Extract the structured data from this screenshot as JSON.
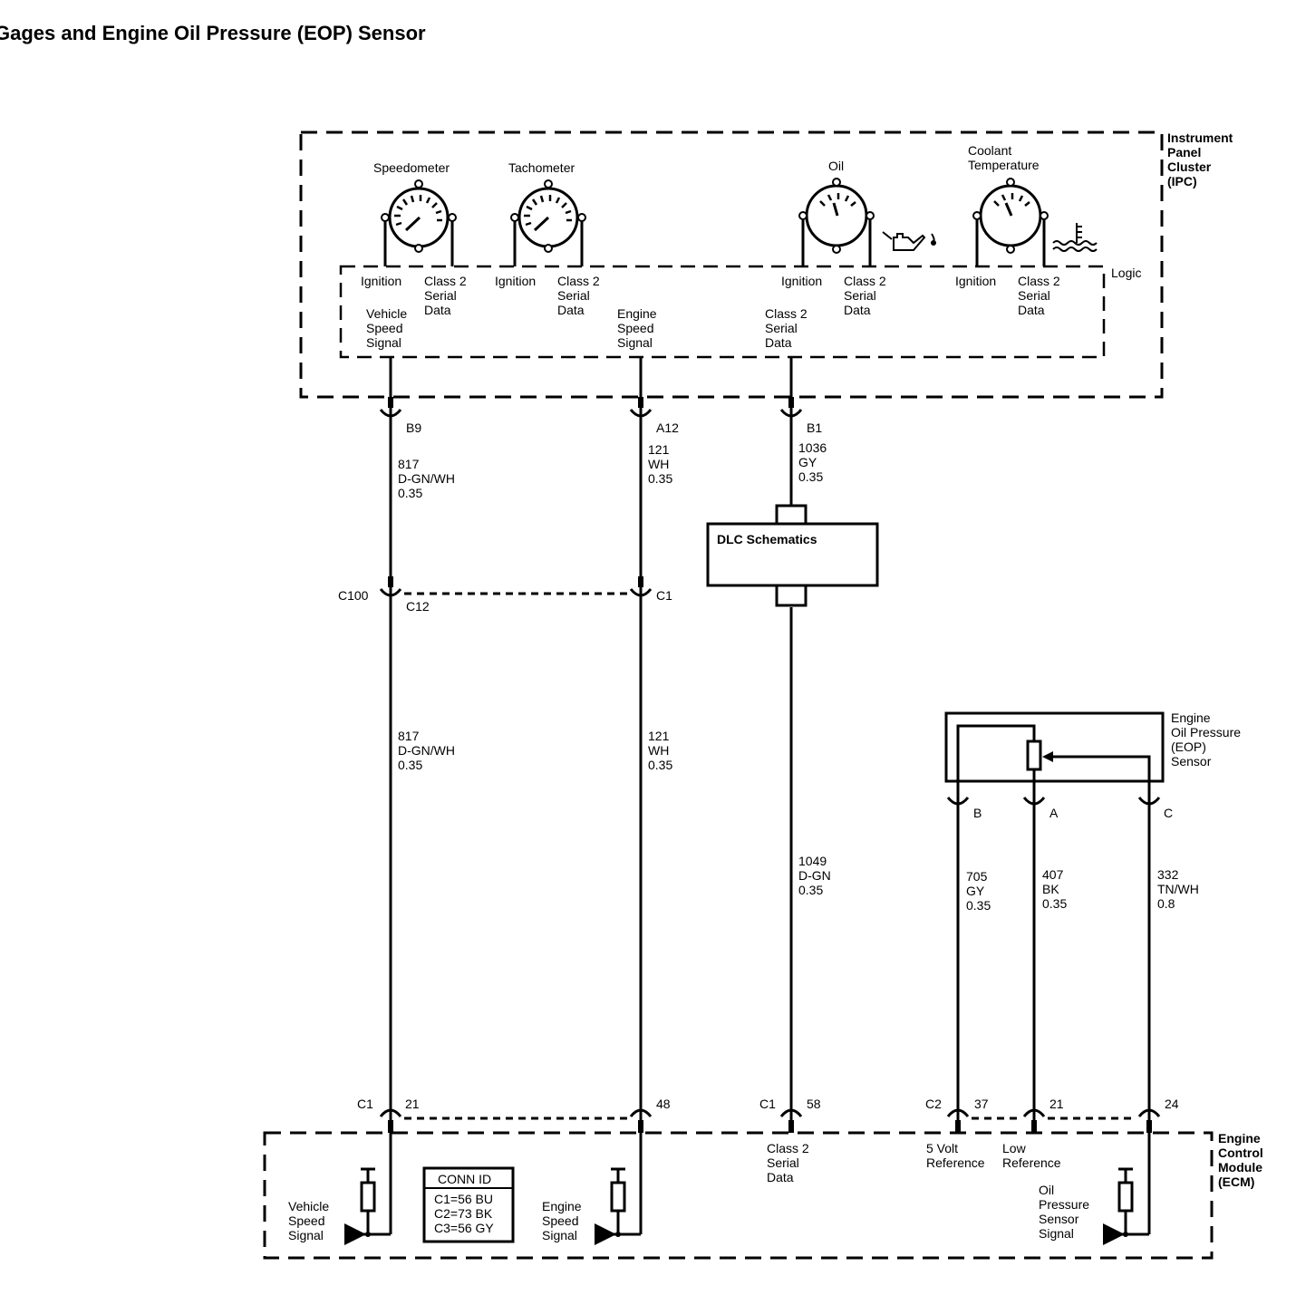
{
  "title": "Gages and Engine Oil Pressure (EOP) Sensor",
  "ipc": {
    "name": [
      "Instrument",
      "Panel",
      "Cluster",
      "(IPC)"
    ],
    "logic_label": "Logic",
    "gauges": {
      "speedometer": "Speedometer",
      "tachometer": "Tachometer",
      "oil": "Oil",
      "coolant": [
        "Coolant",
        "Temperature"
      ]
    },
    "pins": {
      "ignition": "Ignition",
      "class2": [
        "Class 2",
        "Serial",
        "Data"
      ],
      "vehicle_speed": [
        "Vehicle",
        "Speed",
        "Signal"
      ],
      "engine_speed": [
        "Engine",
        "Speed",
        "Signal"
      ]
    },
    "connectors": [
      "B9",
      "A12",
      "B1"
    ]
  },
  "wires": {
    "vss_top": [
      "817",
      "D-GN/WH",
      "0.35"
    ],
    "esp_top": [
      "121",
      "WH",
      "0.35"
    ],
    "class2_top": [
      "1036",
      "GY",
      "0.35"
    ],
    "vss_bottom": [
      "817",
      "D-GN/WH",
      "0.35"
    ],
    "esp_bottom": [
      "121",
      "WH",
      "0.35"
    ],
    "class2_bottom": [
      "1049",
      "D-GN",
      "0.35"
    ],
    "ref5v": [
      "705",
      "GY",
      "0.35"
    ],
    "lowref": [
      "407",
      "BK",
      "0.35"
    ],
    "signal": [
      "332",
      "TN/WH",
      "0.8"
    ]
  },
  "inline_connector": {
    "name": "C100",
    "pins": [
      "C12",
      "C1"
    ]
  },
  "dlc": {
    "label": "DLC Schematics"
  },
  "eop_sensor": {
    "name": [
      "Engine",
      "Oil Pressure",
      "(EOP)",
      "Sensor"
    ],
    "pins": [
      "B",
      "A",
      "C"
    ]
  },
  "ecm": {
    "name": [
      "Engine",
      "Control",
      "Module",
      "(ECM)"
    ],
    "connectors": {
      "c1_a": "C1",
      "c1_b": "C1",
      "c2": "C2",
      "p21": "21",
      "p48": "48",
      "p58": "58",
      "p37": "37",
      "p21b": "21",
      "p24": "24"
    },
    "pins": {
      "vss": [
        "Vehicle",
        "Speed",
        "Signal"
      ],
      "esp": [
        "Engine",
        "Speed",
        "Signal"
      ],
      "class2": [
        "Class 2",
        "Serial",
        "Data"
      ],
      "ref5v": [
        "5 Volt",
        "Reference"
      ],
      "lowref": [
        "Low",
        "Reference"
      ],
      "ops": [
        "Oil",
        "Pressure",
        "Sensor",
        "Signal"
      ]
    },
    "conn_id": {
      "title": "CONN ID",
      "rows": [
        "C1=56 BU",
        "C2=73 BK",
        "C3=56 GY"
      ]
    }
  }
}
